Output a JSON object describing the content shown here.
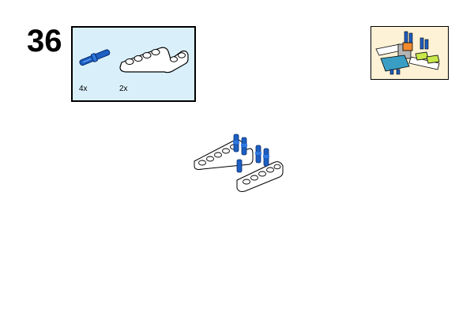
{
  "step": {
    "number": "36"
  },
  "parts_list": {
    "items": [
      {
        "part": "pin-icon",
        "count": "4x",
        "color": "#1d5fc2"
      },
      {
        "part": "l-beam-icon",
        "count": "2x",
        "color": "#ffffff"
      }
    ],
    "background": "#d9f0fb"
  },
  "preview": {
    "background": "#fdf2d6",
    "icon": "model-preview-icon"
  },
  "assembly": {
    "icon": "current-assembly-icon"
  }
}
